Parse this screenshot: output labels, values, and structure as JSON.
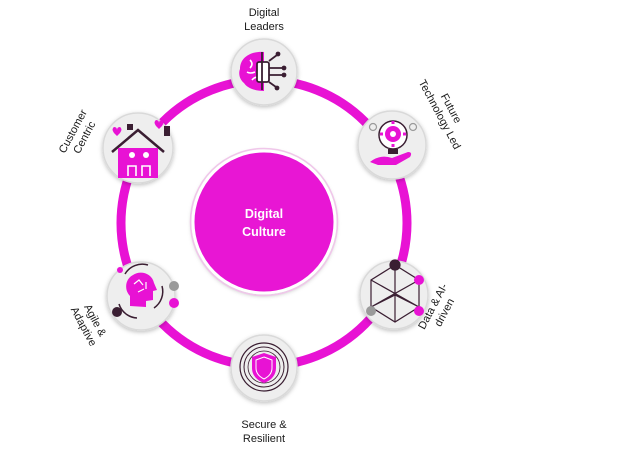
{
  "center": {
    "line1": "Digital",
    "line2": "Culture"
  },
  "nodes": [
    {
      "id": "digital-leaders",
      "line1": "Digital",
      "line2": "Leaders",
      "icon": "brain-circuit-icon"
    },
    {
      "id": "future-technology-led",
      "line1": "Future",
      "line2": "Technology Led",
      "icon": "lightbulb-gear-hand-icon"
    },
    {
      "id": "data-ai-driven",
      "line1": "Data & AI-",
      "line2": "driven",
      "icon": "network-cube-icon"
    },
    {
      "id": "secure-resilient",
      "line1": "Secure &",
      "line2": "Resilient",
      "icon": "shield-icon"
    },
    {
      "id": "agile-adaptive",
      "line1": "Agile &",
      "line2": "Adaptive",
      "icon": "head-cycle-arrows-icon"
    },
    {
      "id": "customer-centric",
      "line1": "Customer",
      "line2": "Centric",
      "icon": "family-house-icon"
    }
  ],
  "colors": {
    "accent": "#e812d4",
    "node_bg": "#eeeeee",
    "node_border": "#d9d9d9",
    "text": "#1a1a1a",
    "dark": "#3a1e32"
  }
}
